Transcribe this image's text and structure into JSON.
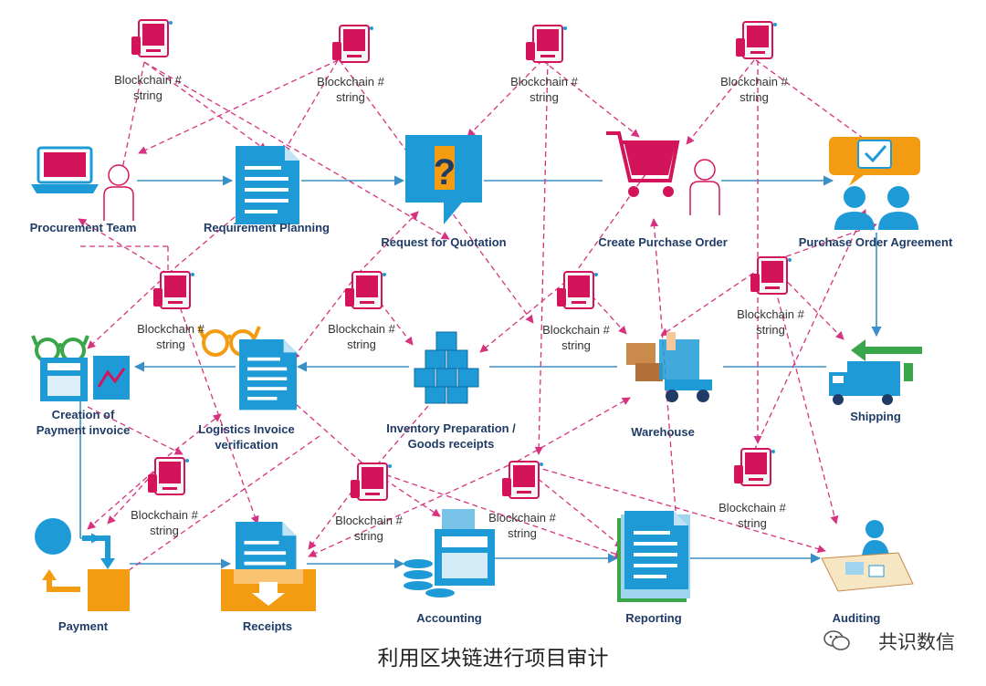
{
  "nodes": {
    "procurement_team": "Procurement Team",
    "requirement_planning": "Requirement Planning",
    "request_for_quotation": "Request for Quotation",
    "create_purchase_order": "Create Purchase Order",
    "purchase_order_agreement": "Purchase Order Agreement",
    "creation_of_payment_invoice_1": "Creation of",
    "creation_of_payment_invoice_2": "Payment invoice",
    "logistics_invoice_1": "Logistics Invoice",
    "logistics_invoice_2": "verification",
    "inventory_1": "Inventory Preparation /",
    "inventory_2": "Goods receipts",
    "warehouse": "Warehouse",
    "shipping": "Shipping",
    "payment": "Payment",
    "receipts": "Receipts",
    "accounting": "Accounting",
    "reporting": "Reporting",
    "auditing": "Auditing"
  },
  "blockchain": {
    "line1": "Blockchain #",
    "line2": "string"
  },
  "caption": "利用区块链进行项目审计",
  "watermark": "共识数信",
  "colors": {
    "flow": "#3a8fc6",
    "dashed": "#d6337f",
    "device": "#d4145a",
    "icon_blue": "#1e9bd7",
    "orange": "#f39c12",
    "green": "#3aa64a"
  }
}
